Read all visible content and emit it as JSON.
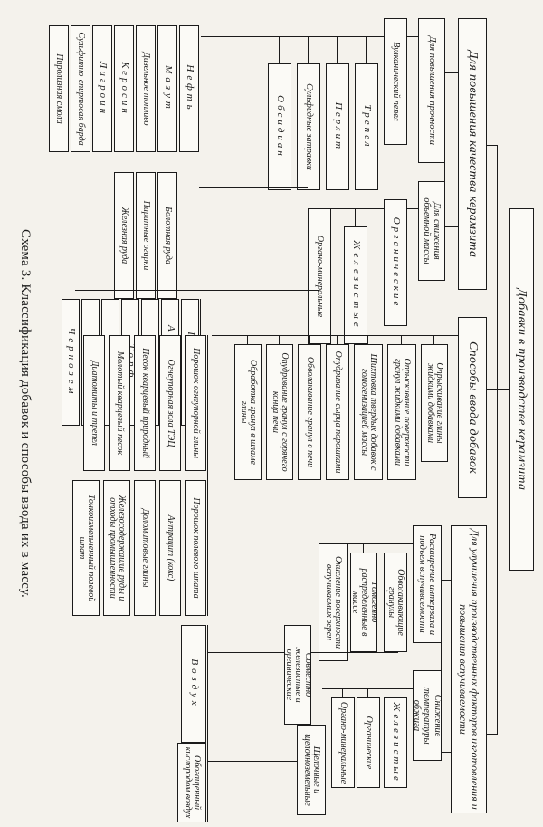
{
  "root": "Добавки в производстве керамзита",
  "groups": {
    "quality": {
      "label": "Для повышения качества керамзита",
      "strength": {
        "label": "Для повышения прочности",
        "items": [
          "Вулканический пепел",
          "Трепел",
          "Перлит",
          "Сульфидные затравки",
          "Обсидиан"
        ],
        "sub": [
          "Нефть",
          "Мазут",
          "Дизельное топливо",
          "Керосин",
          "Лигроин",
          "Сульфитно-спиртовая барда",
          "Пиролизная смола"
        ]
      },
      "volume": {
        "label": "Для снижения объемной массы",
        "organic": "Органические",
        "ferrous": "Железистые",
        "orgmin": "Органо-минеральные",
        "ferrous_sub": [
          "Болотная руда",
          "Пиритные огарки",
          "Железная руда"
        ],
        "orgmin_sub": [
          "Гумбрин",
          "Антрацит",
          "Уголь",
          "Торф",
          "Опилки",
          "Зола",
          "Чернозем"
        ]
      }
    },
    "methods": {
      "label": "Способы ввода добавок",
      "items": [
        "Опрыскивание глины жидкими добавками",
        "Опрыскивание поверхности гранул жидкими добавками",
        "Шихтовка твердых добавок с гомогенизацией массы",
        "Опудривание сырца порошками",
        "Обволакивание гранул в печи",
        "Опудривание гранул с горячего конца печи",
        "Обработка гранул в шламе глины"
      ]
    },
    "production": {
      "label": "Для улучшения производственных факторов изготовления и повышения вспучиваемости",
      "interval": {
        "label": "Расширение интервала и подъем вспучиваемости",
        "items": [
          "Обволакивающие гранулы",
          "Гомогенно распределенные в массе",
          "Окисление поверхности вспучиваемых зерен"
        ],
        "sub": [
          "Порошок огнеупорной глины",
          "Огнеупорная зола ТЭЦ",
          "Песок кварцевый природный",
          "Молотый кварцевый песок",
          "Диатомиты и трепел",
          "Порошок полевого шпата",
          "Антрацит (кокс)",
          "Доломитовые глины",
          "Железосодержащие руды и отходы промышленности",
          "Тонкоизмельченный полевой шпат"
        ]
      },
      "temp": {
        "label": "Снижение температуры обжига",
        "items": [
          "Совместно железистые и органические",
          "Железистые",
          "Органические",
          "Органо-минеральные",
          "Щелочные и щелочноземельные"
        ],
        "sub": [
          "Воздух",
          "Обогащенный кислородом воздух"
        ]
      }
    }
  },
  "caption": "Схема 3. Классификация добавок и способы ввода их в массу."
}
